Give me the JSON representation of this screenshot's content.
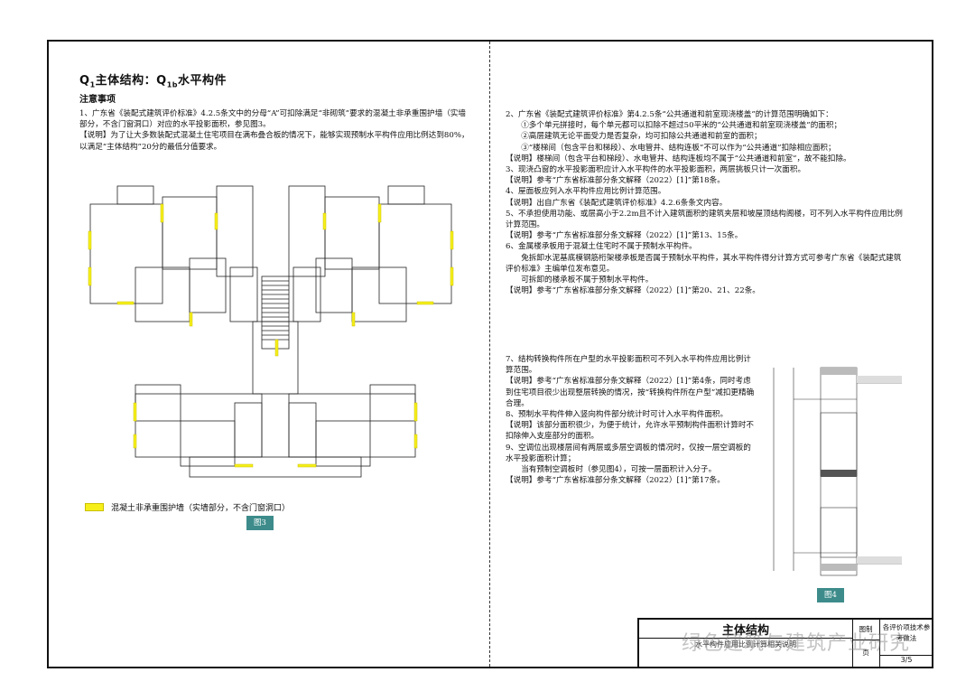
{
  "title": {
    "main_prefix": "Q",
    "main_sub": "1",
    "main_mid": "主体结构：Q",
    "main_sub2": "1b",
    "main_suffix": "水平构件"
  },
  "subtitle": "注意事项",
  "left": {
    "item1": "1、广东省《装配式建筑评价标准》4.2.5条文中的分母“A”可扣除满足“非砌筑”要求的混凝土非承重围护墙（实墙部分，不含门窗洞口）对应的水平投影面积，参见图3。",
    "note1": "【说明】为了让大多数装配式混凝土住宅项目在满布叠合板的情况下，能够实现预制水平构件应用比例达到80%，以满足“主体结构”20分的最低分值要求。"
  },
  "legend": {
    "text": "混凝土非承重围护墙（实墙部分，不含门窗洞口）"
  },
  "fig3": "图3",
  "fig4": "图4",
  "right": {
    "p1": "2、广东省《装配式建筑评价标准》第4.2.5条“公共通道和前室现浇楼盖”的计算范围明确如下：",
    "p2": "①多个单元拼接时，每个单元都可以扣除不超过50平米的“公共通道和前室现浇楼盖”的面积；",
    "p3": "②高层建筑无论平面受力是否复杂，均可扣除公共通道和前室的面积；",
    "p4": "③“楼梯间（包含平台和梯段）、水电管井、结构连板”不可以作为“公共通道”扣除相应面积；",
    "p5": "【说明】楼梯间（包含平台和梯段）、水电管井、结构连板均不属于“公共通道和前室”，故不能扣除。",
    "p6": "3、现浇凸窗的水平投影面积应计入水平构件的水平投影面积，两层挑板只计一次面积。",
    "p7": "【说明】参考“广东省标准部分条文解释（2022）[1]”第18条。",
    "p8": "4、屋面板应列入水平构件应用比例计算范围。",
    "p9": "【说明】出自广东省《装配式建筑评价标准》4.2.6条条文内容。",
    "p10": "5、不承担使用功能、或层高小于2.2m且不计入建筑面积的建筑夹层和坡屋顶结构阁楼，可不列入水平构件应用比例计算范围。",
    "p11": "【说明】参考“广东省标准部分条文解释（2022）[1]”第13、15条。",
    "p12": "6、金属楼承板用于混凝土住宅时不属于预制水平构件。",
    "p13": "免拆卸水泥基底模钢筋桁架楼承板是否属于预制水平构件，其水平构件得分计算方式可参考广东省《装配式建筑评价标准》主编单位发布意见。",
    "p14": "可拆卸的楼承板不属于预制水平构件。",
    "p15": "【说明】参考“广东省标准部分条文解释（2022）[1]”第20、21、22条。"
  },
  "right2": {
    "q1": "7、结构转换构件所在户型的水平投影面积可不列入水平构件应用比例计算范围。",
    "q2": "【说明】参考“广东省标准部分条文解释（2022）[1]”第4条，同时考虑到住宅项目很少出现整层转换的情况，按“转换构件所在户型”减扣更精确合理。",
    "q3": "8、预制水平构件伸入竖向构件部分统计时可计入水平构件面积。",
    "q4": "【说明】该部分面积很少，为便于统计，允许水平预制构件面积计算时不扣除伸入支座部分的面积。",
    "q5": "9、空调位出现楼层间有两层或多层空调板的情况时，仅按一层空调板的水平投影面积计算；",
    "q6": "当有预制空调板时（参见图4），可按一层面积计入分子。",
    "q7": "【说明】参考“广东省标准部分条文解释（2022）[1]”第17条。"
  },
  "titleblock": {
    "main": "主体结构",
    "sub": "水平构件应用比例计算相关说明",
    "label1": "图制",
    "val1": "各评价项技术参考做法",
    "label2": "页",
    "val2": "3/5"
  },
  "watermark": "绿色建筑与建筑产业研究"
}
